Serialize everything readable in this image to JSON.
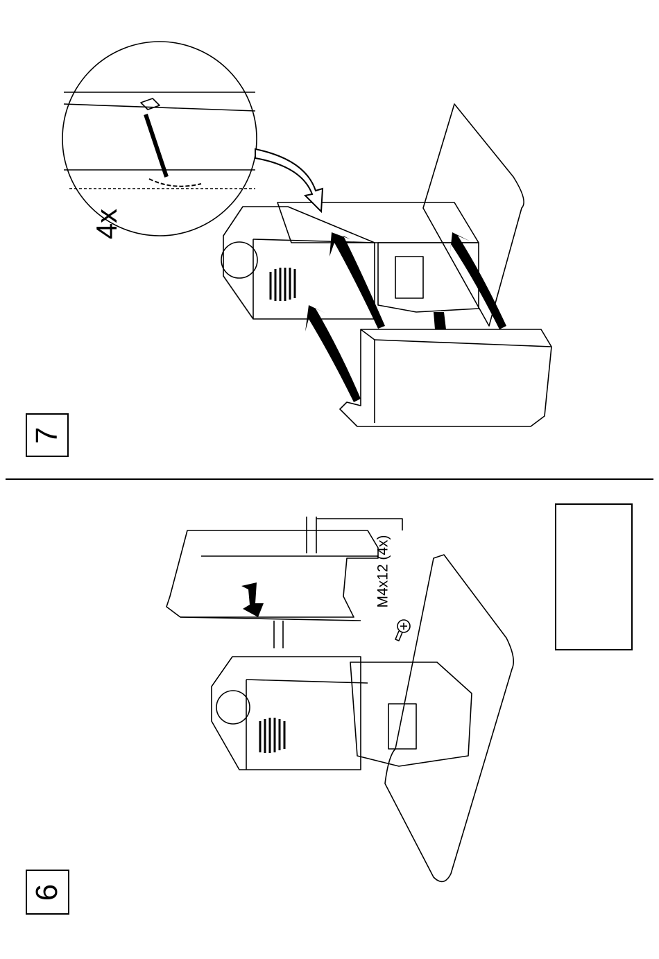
{
  "steps": {
    "upper": {
      "number": "7"
    },
    "lower": {
      "number": "6"
    }
  },
  "callouts": {
    "clip_count": "4x",
    "screw_spec": "M4x12 (4x)"
  },
  "icons": {
    "tool": "screwdriver-icon",
    "screw": "screw-icon",
    "arrow": "arrow-icon"
  }
}
